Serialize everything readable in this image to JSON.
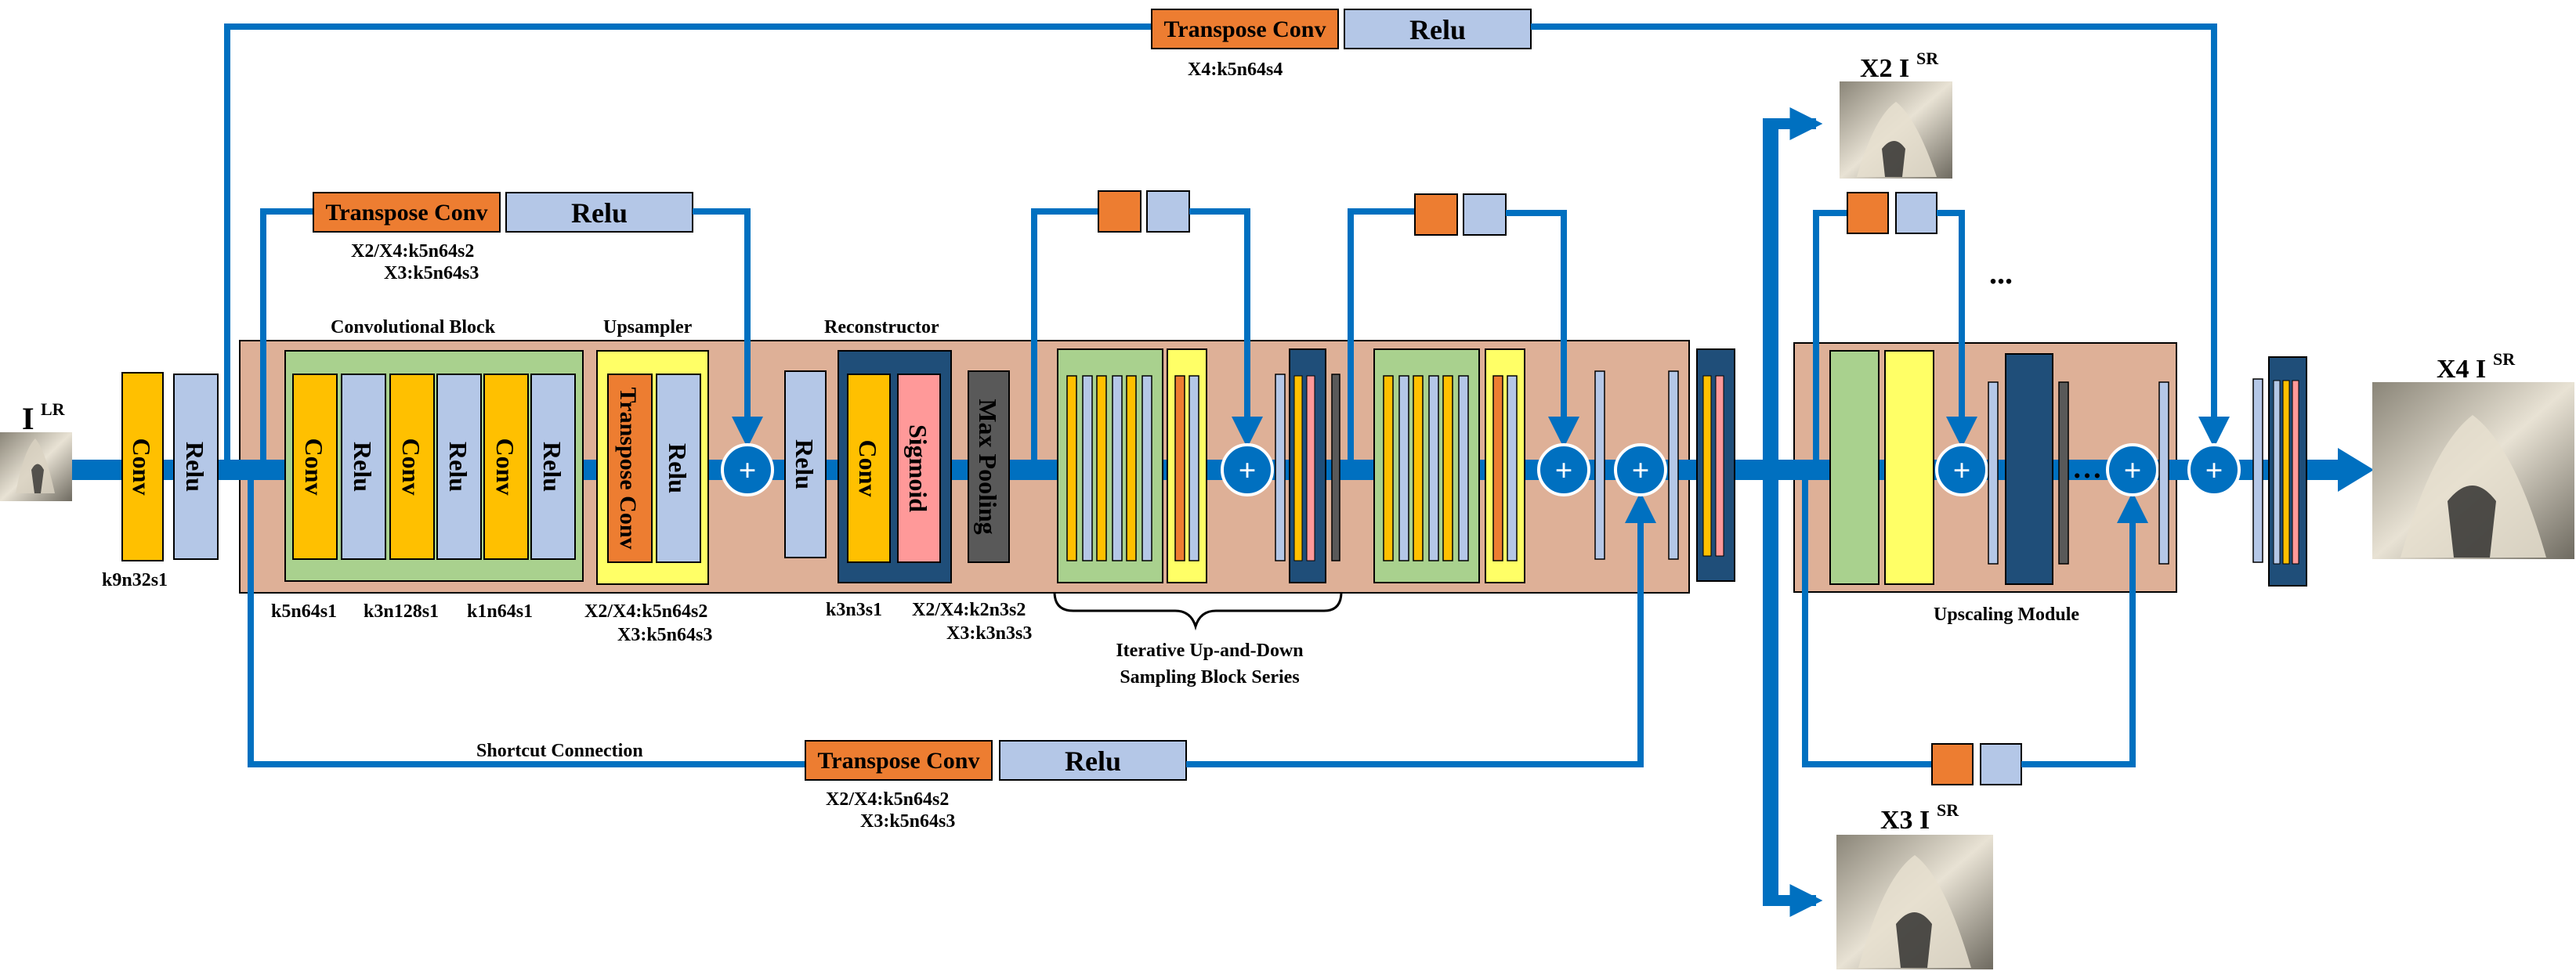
{
  "colors": {
    "conv": "#FFC000",
    "relu": "#B4C7E7",
    "transpose": "#ED7D31",
    "sigmoid": "#FF9999",
    "maxpool": "#595959",
    "green": "#A9D18E",
    "yellow": "#FFFF66",
    "navy": "#1F4E79",
    "main_bg": "#DEB097",
    "arrow": "#0070C0",
    "gray_bar": "#595959"
  },
  "labels": {
    "conv": "Conv",
    "relu": "Relu",
    "transpose_conv": "Transpose Conv",
    "sigmoid": "Sigmoid",
    "max_pooling": "Max Pooling",
    "plus": "+",
    "ellipsis": "...",
    "ellipsis_small": "…"
  },
  "images": {
    "input_base": "I",
    "input_sup": "LR",
    "x2_base": "X2 I",
    "x2_sup": "SR",
    "x3_base": "X3 I",
    "x3_sup": "SR",
    "x4_base": "X4 I",
    "x4_sup": "SR"
  },
  "annotations": {
    "k9n32s1": "k9n32s1",
    "k5n64s1": "k5n64s1",
    "k3n128s1": "k3n128s1",
    "k1n64s1": "k1n64s1",
    "upsampler_1": "X2/X4:k5n64s2",
    "upsampler_2": "X3:k5n64s3",
    "top_transpose_1": "X2/X4:k5n64s2",
    "top_transpose_2": "X3:k5n64s3",
    "far_top": "X4:k5n64s4",
    "k3n3s1": "k3n3s1",
    "pool_1": "X2/X4:k2n3s2",
    "pool_2": "X3:k3n3s3",
    "bottom_1": "X2/X4:k5n64s2",
    "bottom_2": "X3:k5n64s3"
  },
  "section_titles": {
    "conv_block": "Convolutional Block",
    "upsampler": "Upsampler",
    "reconstructor": "Reconstructor",
    "iterative_line1": "Iterative Up-and-Down",
    "iterative_line2": "Sampling Block Series",
    "upscaling": "Upscaling Module",
    "shortcut": "Shortcut Connection"
  }
}
